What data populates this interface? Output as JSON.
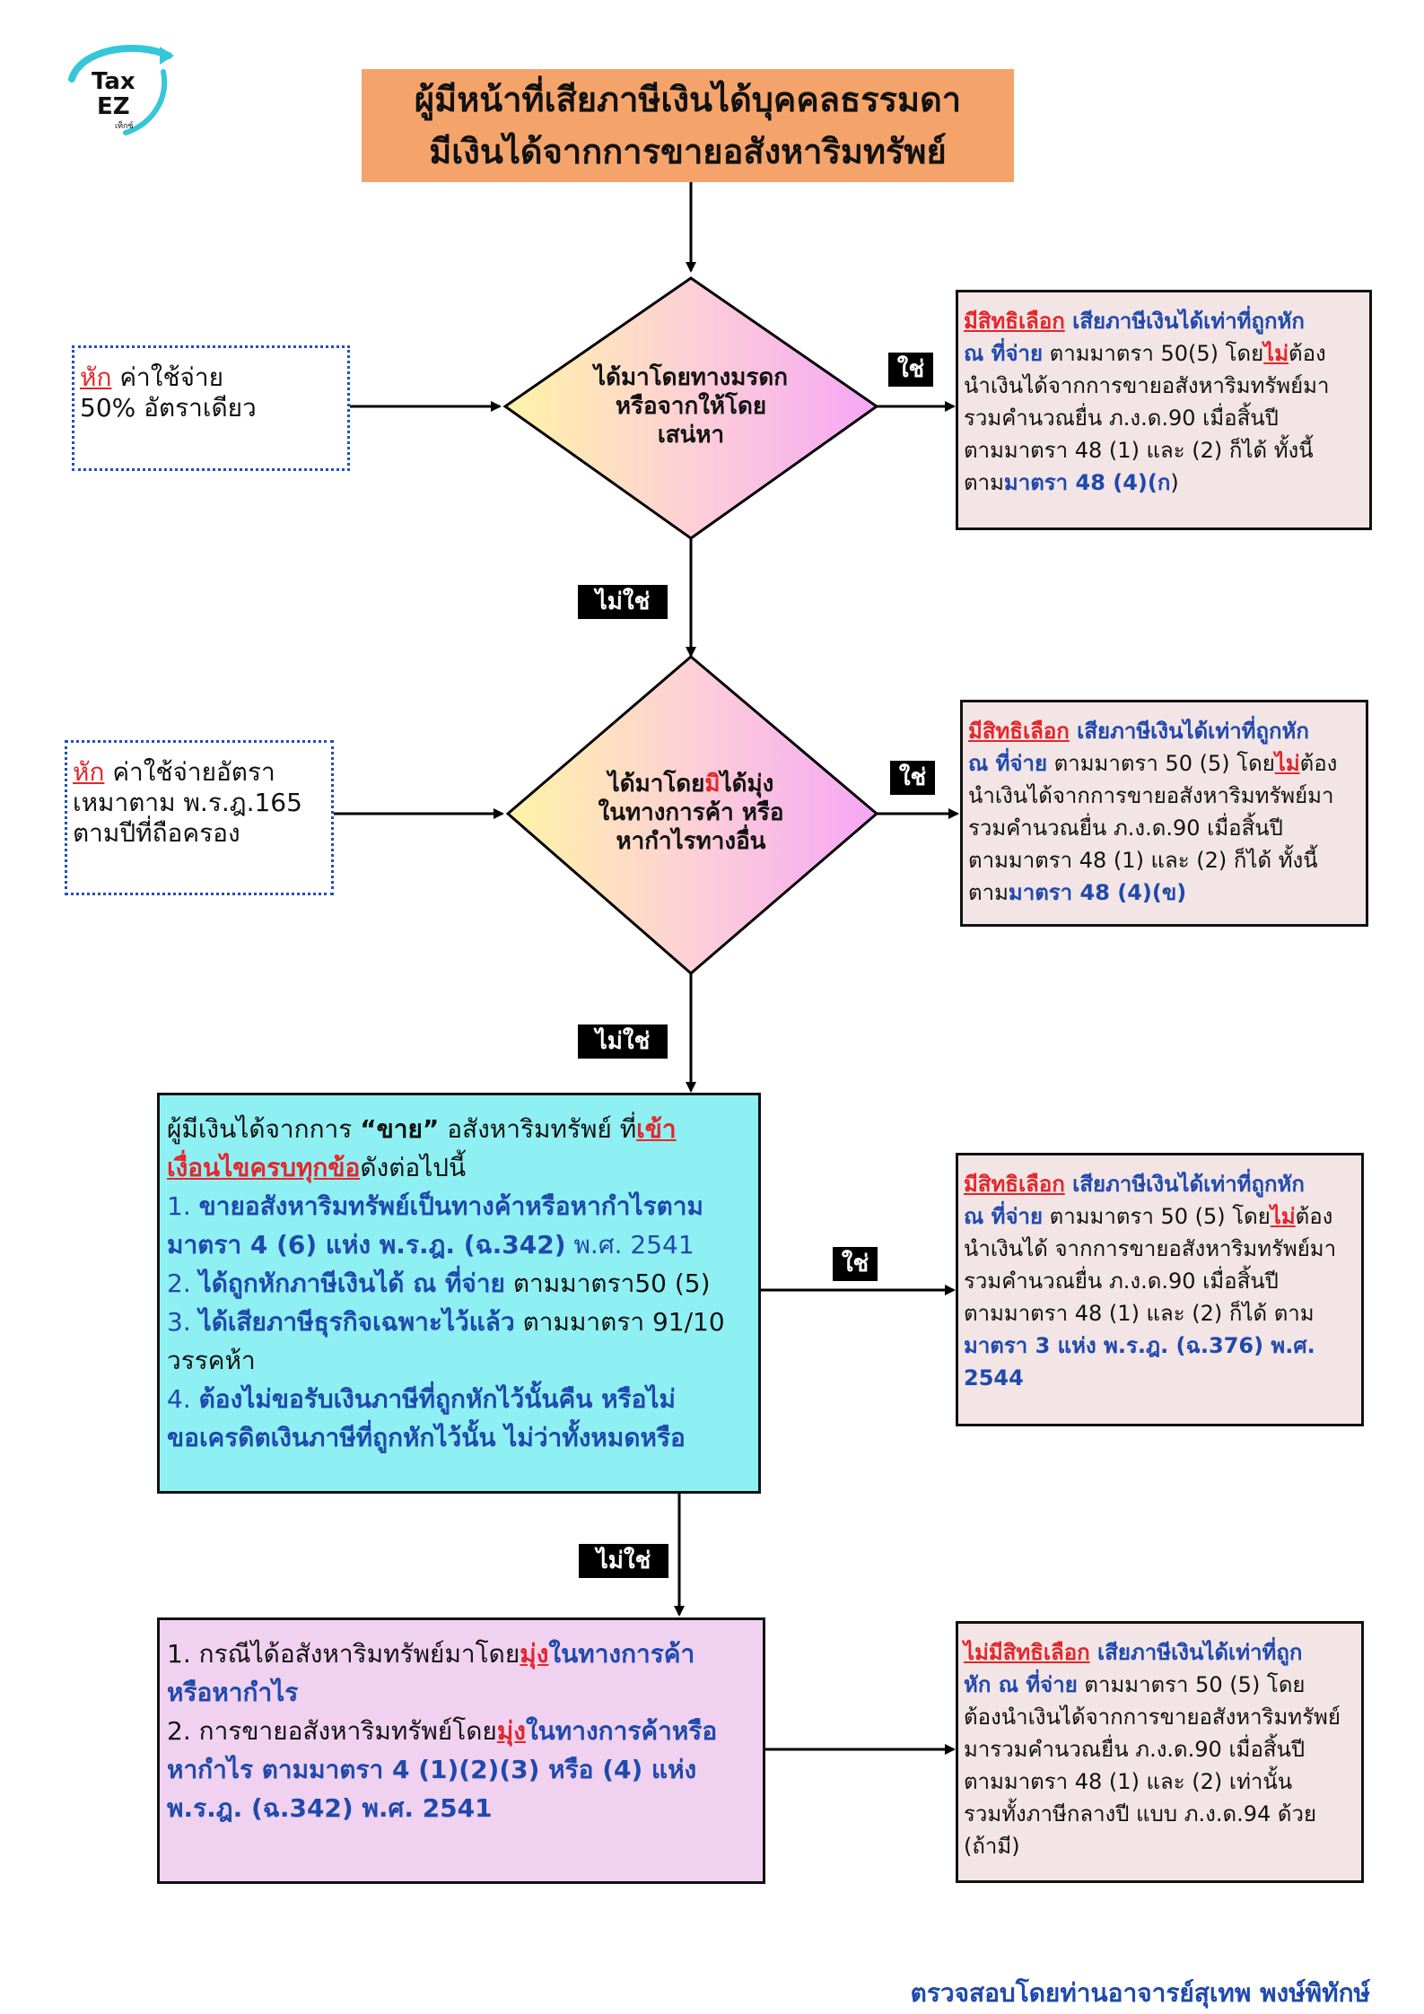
{
  "logo": {
    "line1": "Tax",
    "line2": "EZ",
    "sub": "เท็กซ์"
  },
  "title": {
    "line1": "ผู้มีหน้าที่เสียภาษีเงินได้บุคคลธรรมดา",
    "line2": "มีเงินได้จากการขายอสังหาริมทรัพย์"
  },
  "labels": {
    "yes": "ใช่",
    "no": "ไม่ใช่"
  },
  "decision1": {
    "line1": "ได้มาโดยทางมรดก",
    "line2": "หรือจากให้โดย",
    "line3": "เสน่หา"
  },
  "decision2": {
    "line1a": "ได้มาโดย",
    "line1b": "มิ",
    "line1c": "ได้มุ่ง",
    "line2": "ในทางการค้า หรือ",
    "line3": "หากำไรทางอื่น"
  },
  "left1": {
    "deduct": "หัก",
    "rest1": " ค่าใช้จ่าย",
    "line2": "50%  อัตราเดียว"
  },
  "left2": {
    "deduct": "หัก",
    "rest1": " ค่าใช้จ่ายอัตรา",
    "line2": "เหมาตาม พ.ร.ฎ.165",
    "line3": "ตามปีที่ถือครอง"
  },
  "right1": {
    "opt": "มีสิทธิเลือก",
    "p1": " เสียภาษีเงินได้เท่าที่ถูกหัก",
    "p2": "ณ ที่จ่าย",
    "p3": " ตามมาตรา 50(5) โดย",
    "not": "ไม่",
    "p4": "ต้อง",
    "p5": "นำเงินได้จากการขายอสังหาริมทรัพย์มา",
    "p6": "รวมคำนวณยื่น ภ.ง.ด.90 เมื่อสิ้นปี",
    "p7": "ตามมาตรา 48 (1) และ (2) ก็ได้ ทั้งนี้",
    "p8": "ตาม",
    "p9": "มาตรา 48 (4)(ก",
    "p10": ")"
  },
  "right2": {
    "opt": "มีสิทธิเลือก",
    "p1": " เสียภาษีเงินได้เท่าที่ถูกหัก",
    "p2": "ณ ที่จ่าย",
    "p3": " ตามมาตรา 50 (5) โดย",
    "not": "ไม่",
    "p4": "ต้อง",
    "p5": "นำเงินได้จากการขายอสังหาริมทรัพย์มา",
    "p6": "รวมคำนวณยื่น ภ.ง.ด.90 เมื่อสิ้นปี",
    "p7": "ตามมาตรา 48 (1) และ (2) ก็ได้ ทั้งนี้",
    "p8": "ตาม",
    "p9": "มาตรา 48 (4)(ข)"
  },
  "right3": {
    "opt": "มีสิทธิเลือก",
    "p1": " เสียภาษีเงินได้เท่าที่ถูกหัก",
    "p2": "ณ ที่จ่าย",
    "p3": " ตามมาตรา 50 (5) โดย",
    "not": "ไม่",
    "p4": "ต้อง",
    "p5": "นำเงินได้ จากการขายอสังหาริมทรัพย์มา",
    "p6": "รวมคำนวณยื่น ภ.ง.ด.90 เมื่อสิ้นปี",
    "p7": "ตามมาตรา 48 (1) และ (2) ก็ได้ ตาม",
    "p8": "มาตรา 3 แห่ง พ.ร.ฎ. (ฉ.376) พ.ศ.",
    "p9": "2544"
  },
  "right4": {
    "opt": "ไม่มีสิทธิเลือก",
    "p1": " เสียภาษีเงินได้เท่าที่ถูก",
    "p2": "หัก ณ ที่จ่าย",
    "p3": " ตามมาตรา 50 (5) โดย",
    "p4": "ต้องนำเงินได้จากการขายอสังหาริมทรัพย์",
    "p5": "มารวมคำนวณยื่น ภ.ง.ด.90 เมื่อสิ้นปี",
    "p6": "ตามมาตรา 48 (1) และ (2) เท่านั้น",
    "p7": "รวมทั้งภาษีกลางปี แบบ ภ.ง.ด.94 ด้วย",
    "p8": "(ถ้ามี)"
  },
  "cyan": {
    "l1a": "ผู้มีเงินได้จากการ ",
    "l1b": "“ขาย”",
    "l1c": " อสังหาริมทรัพย์ ที่",
    "l1d": "เข้า",
    "l2a": "เงื่อนไขครบทุกข้อ",
    "l2b": "ดังต่อไปนี้",
    "n1": "1. ",
    "i1a": "ขายอสังหาริมทรัพย์เป็นทางค้าหรือหากำไรตาม",
    "i1b": "มาตรา 4 (6) แห่ง พ.ร.ฎ. (ฉ.342)",
    "i1c": " พ.ศ. 2541",
    "n2": "2. ",
    "i2a": "ได้ถูกหักภาษีเงินได้ ณ ที่จ่าย",
    "i2b": " ตามมาตรา50 (5)",
    "n3": "3. ",
    "i3a": "ได้เสียภาษีธุรกิจเฉพาะไว้แล้ว",
    "i3b": " ตามมาตรา 91/10",
    "i3c": "วรรคห้า",
    "n4": "4. ",
    "i4a": "ต้องไม่ขอรับเงินภาษีที่ถูกหักไว้นั้นคืน หรือไม่",
    "i4b": "ขอเครดิตเงินภาษีที่ถูกหักไว้นั้น ไม่ว่าทั้งหมดหรือ"
  },
  "lav": {
    "l1a": "1. กรณีได้อสังหาริมทรัพย์มาโดย",
    "l1b": "มุ่ง",
    "l1c": "ในทางการค้า",
    "l2": "หรือหากำไร",
    "l3a": "2. การขายอสังหาริมทรัพย์โดย",
    "l3b": "มุ่ง",
    "l3c": "ในทางการค้าหรือ",
    "l4": "หากำไร ตามมาตรา 4 (1)(2)(3) หรือ (4) แห่ง",
    "l5": "พ.ร.ฎ. (ฉ.342) พ.ศ. 2541"
  },
  "footer": "ตรวจสอบโดยท่านอาจารย์สุเทพ พงษ์พิทักษ์",
  "colors": {
    "title_bg": "#f4a46a",
    "cyan_bg": "#8ff0f3",
    "lavender_bg": "#f0d2f0",
    "pink_bg": "#f3e5e5",
    "accent_red": "#e3262b",
    "accent_blue": "#1f49ad"
  }
}
